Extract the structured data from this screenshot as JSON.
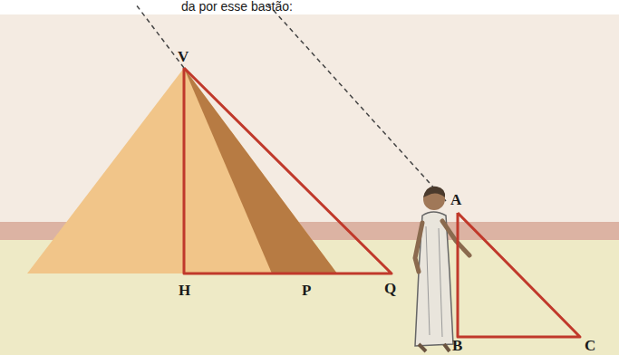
{
  "diagram": {
    "labels": [
      "da por esse bastão:",
      "V",
      "H",
      "P",
      "Q",
      "A",
      "B",
      "C"
    ]
  }
}
